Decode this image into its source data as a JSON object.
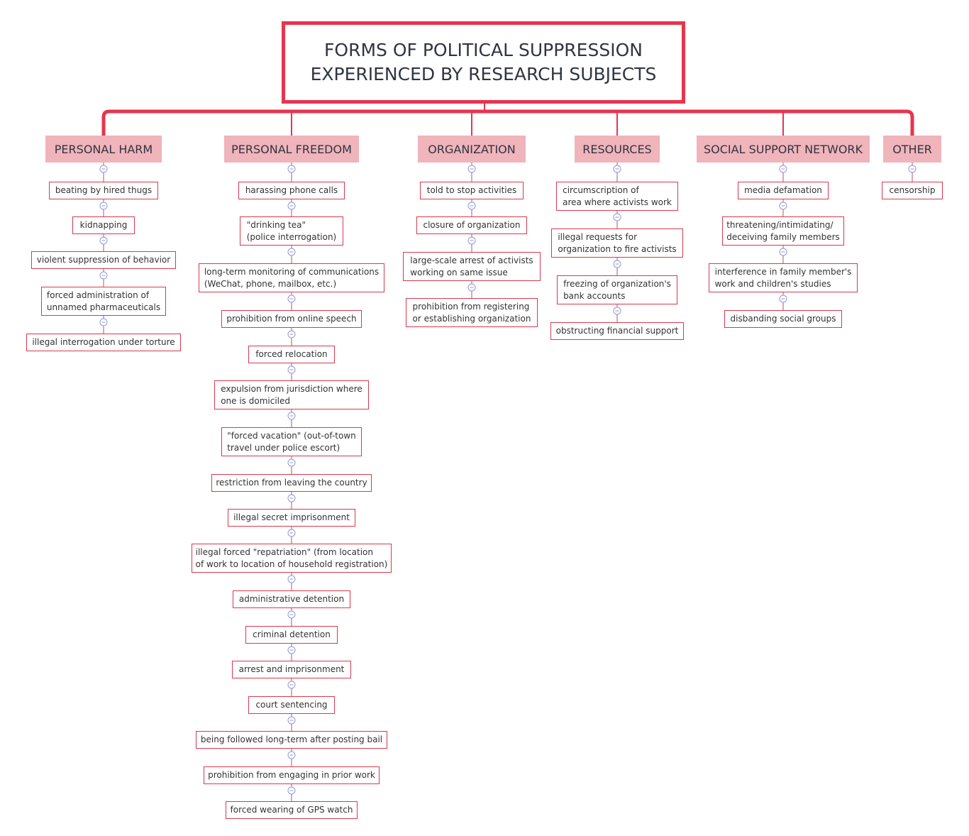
{
  "title": {
    "line1": "FORMS OF POLITICAL SUPPRESSION",
    "line2": "EXPERIENCED BY RESEARCH SUBJECTS"
  },
  "accent_color": "#e8344e",
  "category_fill": "#f0b4bb",
  "categories": [
    {
      "label": "PERSONAL HARM",
      "items": [
        "beating by hired thugs",
        "kidnapping",
        "violent suppression of behavior",
        "forced administration of\nunnamed pharmaceuticals",
        "illegal interrogation under torture"
      ]
    },
    {
      "label": "PERSONAL FREEDOM",
      "items": [
        "harassing phone calls",
        "\"drinking tea\"\n(police interrogation)",
        "long-term monitoring of communications\n(WeChat, phone, mailbox, etc.)",
        "prohibition from online speech",
        "forced relocation",
        "expulsion from jurisdiction where\none is domiciled",
        "\"forced vacation\" (out-of-town\ntravel under police escort)",
        "restriction from leaving the country",
        "illegal secret imprisonment",
        "illegal forced \"repatriation\" (from location\nof work to location of household registration)",
        "administrative detention",
        "criminal detention",
        "arrest and imprisonment",
        "court sentencing",
        "being followed long-term after posting bail",
        "prohibition from engaging in prior work",
        "forced wearing of GPS watch"
      ]
    },
    {
      "label": "ORGANIZATION",
      "items": [
        "told to stop activities",
        "closure of organization",
        "large-scale arrest of activists\nworking on same issue",
        "prohibition from registering\nor establishing organization"
      ]
    },
    {
      "label": "RESOURCES",
      "items": [
        "circumscription of\narea where activists work",
        "illegal requests for\norganization to fire activists",
        "freezing of organization's\nbank accounts",
        "obstructing financial support"
      ]
    },
    {
      "label": "SOCIAL SUPPORT NETWORK",
      "items": [
        "media defamation",
        "threatening/intimidating/\ndeceiving family members",
        "interference in family member's\nwork and children's studies",
        "disbanding social groups"
      ]
    },
    {
      "label": "OTHER",
      "items": [
        "censorship"
      ]
    }
  ]
}
